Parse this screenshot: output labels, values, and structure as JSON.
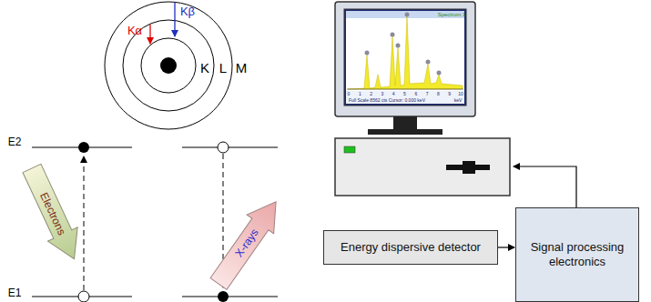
{
  "diagram": {
    "nodes": [
      {
        "text": [
          "Energy dispersive detector"
        ]
      },
      {
        "text": [
          "Signal processing electronics"
        ]
      }
    ],
    "edges": [
      {
        "from": 0,
        "to": 1,
        "arrow": "to"
      }
    ],
    "labels": [
      "Kα",
      "Kβ",
      "K",
      "L",
      "M",
      "E2",
      "E1",
      "Electrons",
      "X-rays",
      "Spectrum 1",
      "Full Scale 8562 cts Cursor: 0.000 keV",
      "keV",
      "0",
      "1",
      "2",
      "3",
      "4",
      "5",
      "6",
      "7",
      "8",
      "9",
      "10"
    ]
  }
}
